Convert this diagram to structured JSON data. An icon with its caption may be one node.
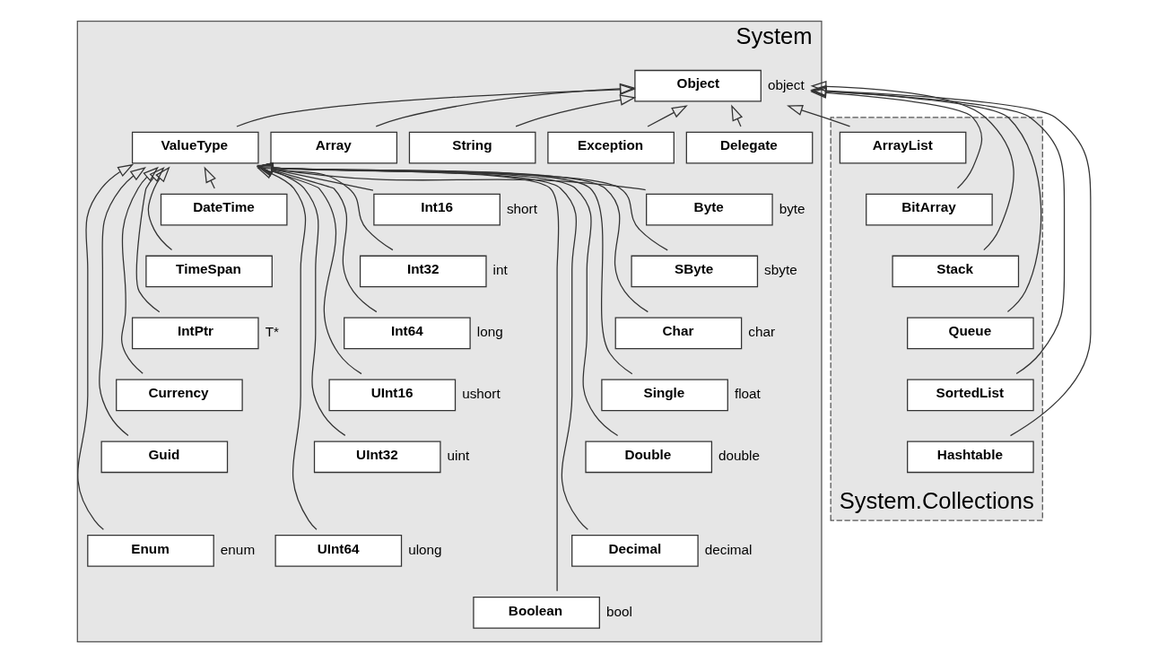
{
  "diagram": {
    "nodes": [
      {
        "text": [
          "System"
        ]
      },
      {
        "text": [
          "System.Collections"
        ]
      },
      {
        "text": [
          "Object"
        ],
        "beside": [
          "object"
        ],
        "in": 0
      },
      {
        "text": [
          "ValueType"
        ],
        "in": 0
      },
      {
        "text": [
          "Delegate"
        ],
        "in": 0
      },
      {
        "text": [
          "Exception"
        ],
        "in": 0
      },
      {
        "text": [
          "String"
        ],
        "in": 0
      },
      {
        "text": [
          "Array"
        ],
        "in": 0
      },
      {
        "text": [
          "Byte"
        ],
        "beside": [
          "byte"
        ],
        "in": 0
      },
      {
        "text": [
          "SByte"
        ],
        "beside": [
          "sbyte"
        ],
        "in": 0
      },
      {
        "text": [
          "Char"
        ],
        "beside": [
          "char"
        ],
        "in": 0
      },
      {
        "text": [
          "Single"
        ],
        "beside": [
          "float"
        ],
        "in": 0
      },
      {
        "text": [
          "Double"
        ],
        "beside": [
          "double"
        ],
        "in": 0
      },
      {
        "text": [
          "Decimal"
        ],
        "beside": [
          "decimal"
        ],
        "in": 0
      },
      {
        "text": [
          "Boolean"
        ],
        "beside": [
          "bool"
        ],
        "in": 0
      },
      {
        "text": [
          "Int16"
        ],
        "beside": [
          "short"
        ],
        "in": 0
      },
      {
        "text": [
          "Int32"
        ],
        "beside": [
          "int"
        ],
        "in": 0
      },
      {
        "text": [
          "Int64"
        ],
        "beside": [
          "long"
        ],
        "in": 0
      },
      {
        "text": [
          "UInt16"
        ],
        "beside": [
          "ushort"
        ],
        "in": 0
      },
      {
        "text": [
          "UInt32"
        ],
        "beside": [
          "uint"
        ],
        "in": 0
      },
      {
        "text": [
          "UInt64"
        ],
        "beside": [
          "ulong"
        ],
        "in": 0
      },
      {
        "text": [
          "DateTime"
        ],
        "in": 0
      },
      {
        "text": [
          "TimeSpan"
        ],
        "in": 0
      },
      {
        "text": [
          "IntPtr"
        ],
        "beside": [
          "T*"
        ],
        "in": 0
      },
      {
        "text": [
          "Currency"
        ],
        "in": 0
      },
      {
        "text": [
          "Guid"
        ],
        "in": 0
      },
      {
        "text": [
          "Enum"
        ],
        "beside": [
          "enum"
        ],
        "in": 0
      },
      {
        "text": [
          "ArrayList"
        ],
        "in": 1
      },
      {
        "text": [
          "BitArray"
        ],
        "in": 1
      },
      {
        "text": [
          "Stack"
        ],
        "in": 1
      },
      {
        "text": [
          "Queue"
        ],
        "in": 1
      },
      {
        "text": [
          "SortedList"
        ],
        "in": 1
      },
      {
        "text": [
          "Hashtable"
        ],
        "in": 1
      }
    ],
    "edges": [
      {
        "from": 3,
        "to": 2,
        "arrow": "to"
      },
      {
        "from": 4,
        "to": 2,
        "arrow": "to"
      },
      {
        "from": 5,
        "to": 2,
        "arrow": "to"
      },
      {
        "from": 6,
        "to": 2,
        "arrow": "to"
      },
      {
        "from": 7,
        "to": 2,
        "arrow": "to"
      },
      {
        "from": 27,
        "to": 2,
        "arrow": "to"
      },
      {
        "from": 28,
        "to": 2,
        "arrow": "to"
      },
      {
        "from": 29,
        "to": 2,
        "arrow": "to"
      },
      {
        "from": 30,
        "to": 2,
        "arrow": "to"
      },
      {
        "from": 31,
        "to": 2,
        "arrow": "to"
      },
      {
        "from": 32,
        "to": 2,
        "arrow": "to"
      },
      {
        "from": 8,
        "to": 3,
        "arrow": "to"
      },
      {
        "from": 9,
        "to": 3,
        "arrow": "to"
      },
      {
        "from": 10,
        "to": 3,
        "arrow": "to"
      },
      {
        "from": 11,
        "to": 3,
        "arrow": "to"
      },
      {
        "from": 12,
        "to": 3,
        "arrow": "to"
      },
      {
        "from": 13,
        "to": 3,
        "arrow": "to"
      },
      {
        "from": 14,
        "to": 3,
        "arrow": "to"
      },
      {
        "from": 15,
        "to": 3,
        "arrow": "to"
      },
      {
        "from": 16,
        "to": 3,
        "arrow": "to"
      },
      {
        "from": 17,
        "to": 3,
        "arrow": "to"
      },
      {
        "from": 18,
        "to": 3,
        "arrow": "to"
      },
      {
        "from": 19,
        "to": 3,
        "arrow": "to"
      },
      {
        "from": 20,
        "to": 3,
        "arrow": "to"
      },
      {
        "from": 21,
        "to": 3,
        "arrow": "to"
      },
      {
        "from": 22,
        "to": 3,
        "arrow": "to"
      },
      {
        "from": 23,
        "to": 3,
        "arrow": "to"
      },
      {
        "from": 24,
        "to": 3,
        "arrow": "to"
      },
      {
        "from": 25,
        "to": 3,
        "arrow": "to"
      },
      {
        "from": 26,
        "to": 3,
        "arrow": "to"
      }
    ]
  }
}
